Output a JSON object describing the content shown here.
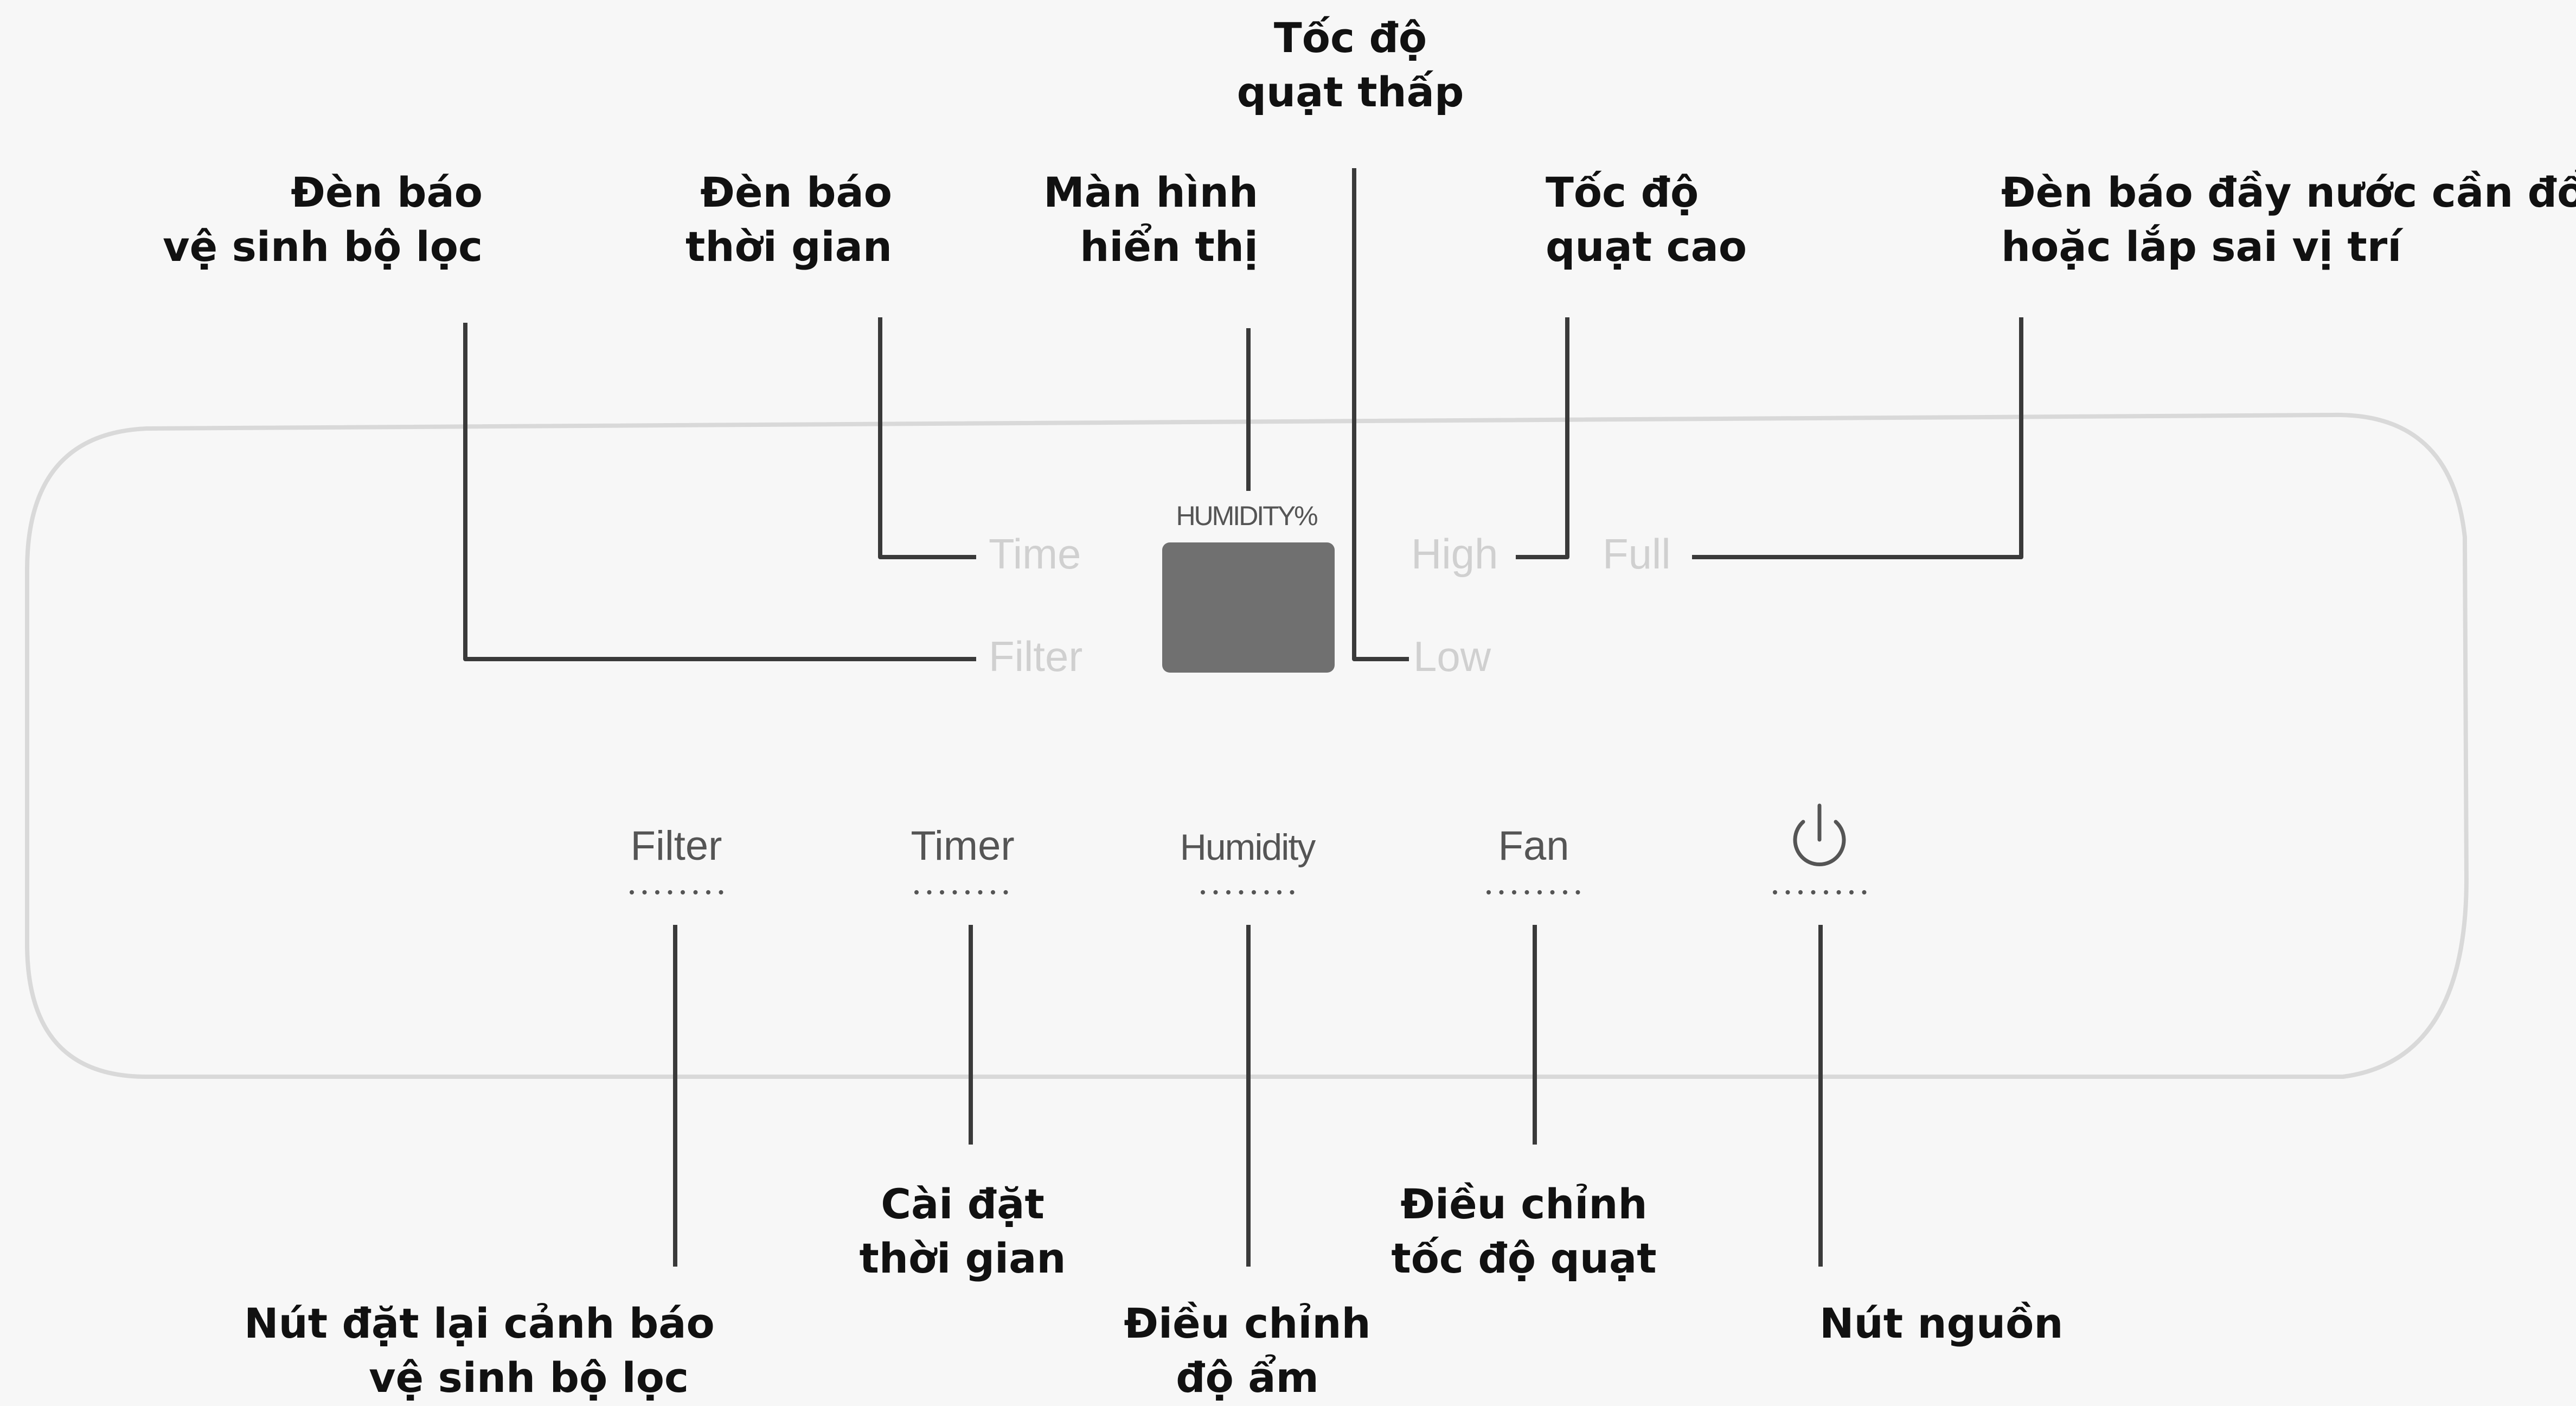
{
  "colors": {
    "background": "#f7f7f7",
    "panel_outline": "#d9d9d9",
    "leader_line": "#3a3a3a",
    "indicator_text": "#d0d0d0",
    "button_text": "#555555",
    "display_fill": "#707070",
    "callout_text": "#111111"
  },
  "panel": {
    "display_header": "HUMIDITY%",
    "indicators": {
      "time": "Time",
      "filter": "Filter",
      "high": "High",
      "low": "Low",
      "full": "Full"
    },
    "buttons": {
      "filter": "Filter",
      "timer": "Timer",
      "humidity": "Humidity",
      "fan": "Fan",
      "power_icon": "power-icon"
    }
  },
  "callouts": {
    "low_fan_speed": [
      "Tốc độ",
      "quạt thấp"
    ],
    "filter_clean_indicator": [
      "Đèn báo",
      "vệ sinh bộ lọc"
    ],
    "timer_indicator": [
      "Đèn báo",
      "thời gian"
    ],
    "display_screen": [
      "Màn hình",
      "hiển thị"
    ],
    "high_fan_speed": [
      "Tốc độ",
      "quạt cao"
    ],
    "tank_full_indicator": [
      "Đèn báo đầy nước cần đổ",
      "hoặc lắp sai vị trí"
    ],
    "filter_reset_button": [
      "Nút đặt lại cảnh báo",
      "vệ sinh bộ lọc"
    ],
    "timer_setting": [
      "Cài đặt",
      "thời gian"
    ],
    "humidity_adjust": [
      "Điều chỉnh",
      "độ ẩm"
    ],
    "fan_speed_adjust": [
      "Điều chỉnh",
      "tốc độ quạt"
    ],
    "power_button": [
      "Nút nguồn"
    ]
  }
}
